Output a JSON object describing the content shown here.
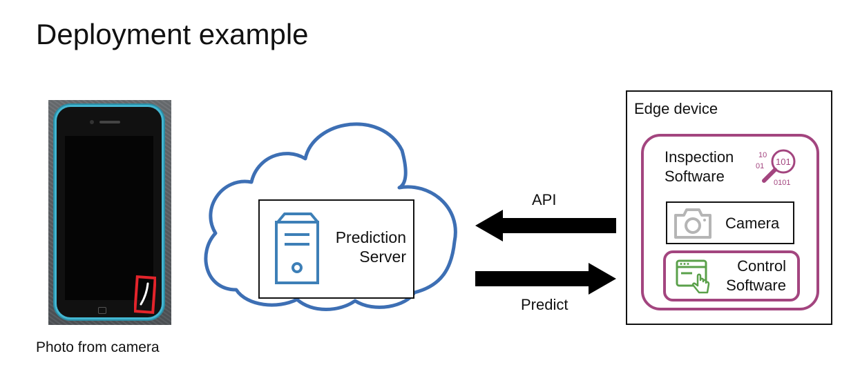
{
  "title": "Deployment example",
  "photo": {
    "caption": "Photo from camera"
  },
  "server": {
    "label_line1": "Prediction",
    "label_line2": "Server"
  },
  "arrows": {
    "api": "API",
    "predict": "Predict"
  },
  "edge": {
    "label": "Edge device",
    "inspection": {
      "line1": "Inspection",
      "line2": "Software",
      "icon": "binary-search-icon",
      "icon_text": [
        "10",
        "01",
        "101",
        "0101"
      ]
    },
    "camera": {
      "label": "Camera",
      "icon": "camera-icon"
    },
    "control": {
      "line1": "Control",
      "line2": "Software",
      "icon": "browser-click-icon"
    }
  },
  "colors": {
    "cloud": "#3d6fb4",
    "server_icon": "#3d7fb7",
    "inspection": "#a3457f",
    "control_icon": "#5aa04a",
    "camera_icon": "#b5b5b5",
    "defect": "#e3242b"
  }
}
